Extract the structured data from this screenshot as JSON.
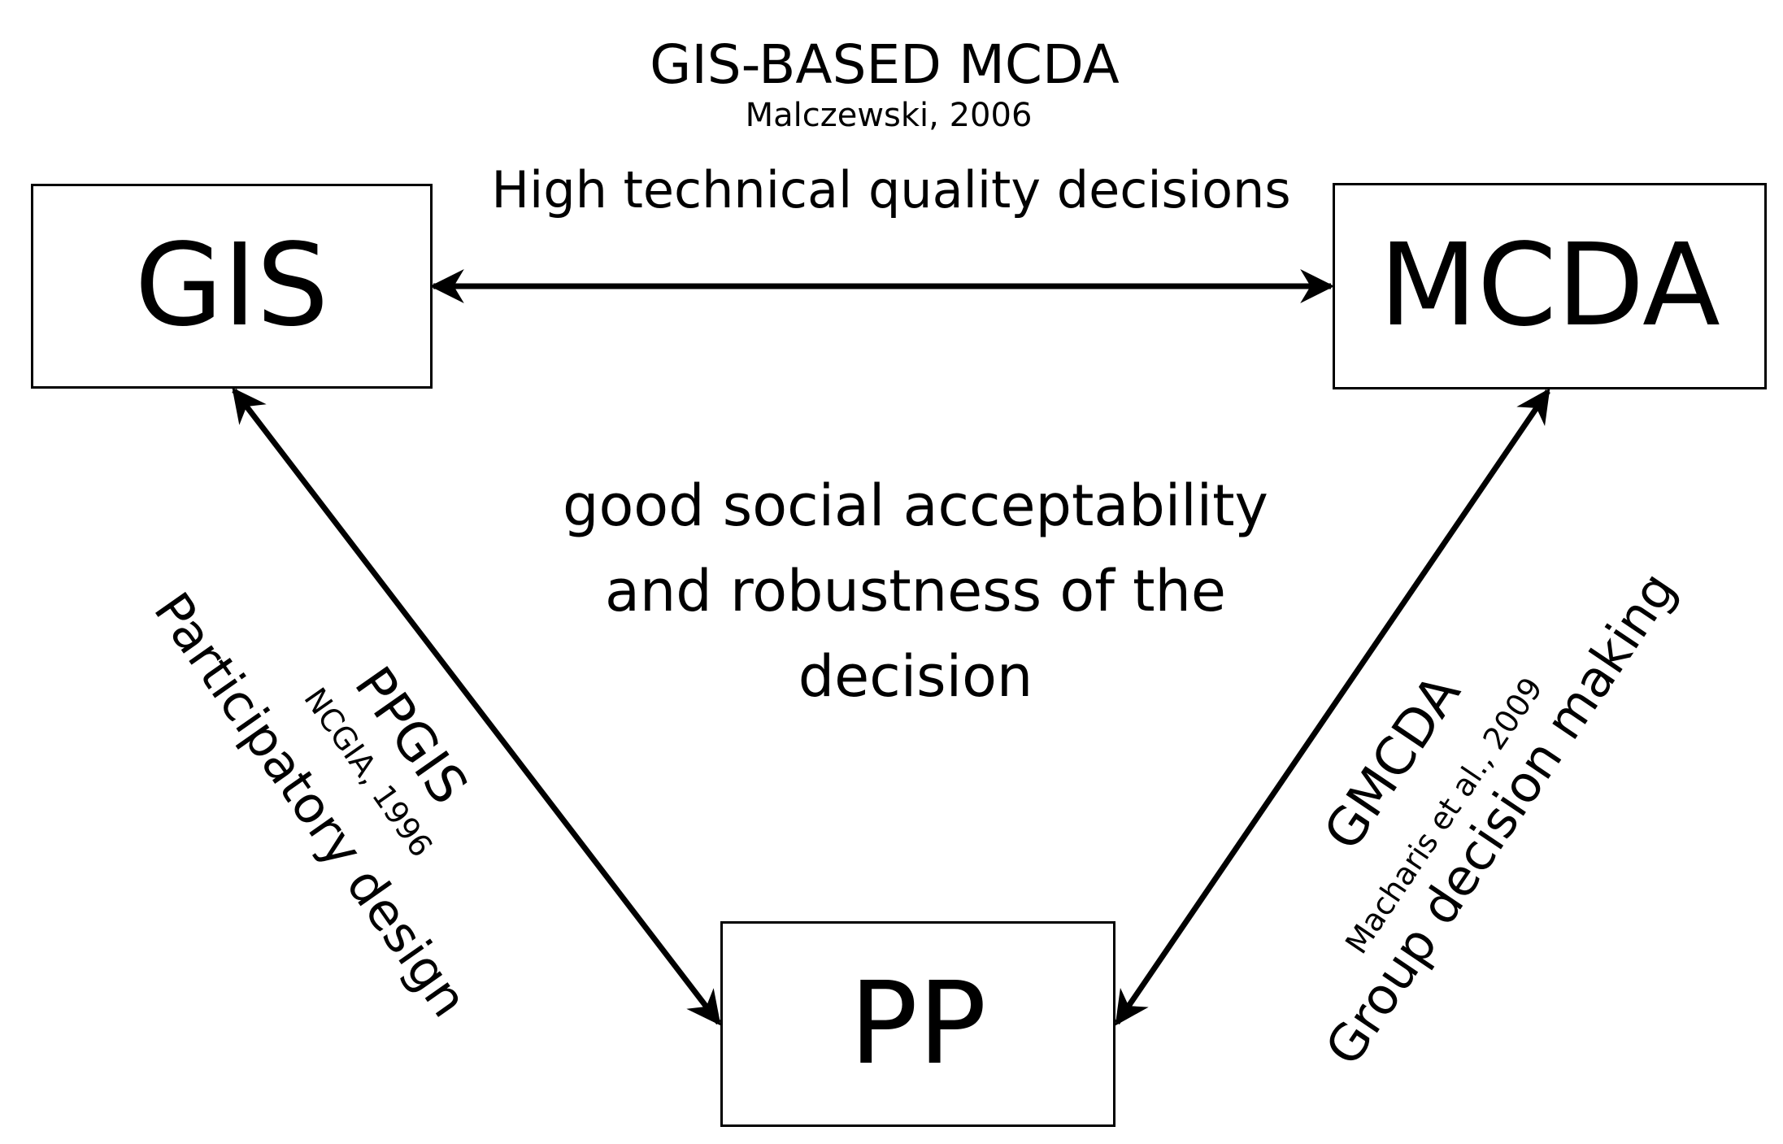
{
  "nodes": {
    "gis": {
      "label": "GIS"
    },
    "mcda": {
      "label": "MCDA"
    },
    "pp": {
      "label": "PP"
    }
  },
  "top_link": {
    "title": "GIS-BASED MCDA",
    "citation": "Malczewski, 2006",
    "description": "High technical quality decisions"
  },
  "center_text": {
    "lines": [
      "good social acceptability",
      "and robustness of the",
      "decision"
    ]
  },
  "left_link": {
    "name": "PPGIS",
    "citation": "NCGIA, 1996",
    "description": "Participatory design"
  },
  "right_link": {
    "name": "GMCDA",
    "citation": "Macharis et al., 2009",
    "description": "Group decision making"
  },
  "edges": [
    {
      "from": "gis",
      "to": "mcda",
      "direction": "both"
    },
    {
      "from": "gis",
      "to": "pp",
      "direction": "both"
    },
    {
      "from": "mcda",
      "to": "pp",
      "direction": "both"
    }
  ],
  "colors": {
    "line": "#000000",
    "background": "#ffffff"
  }
}
